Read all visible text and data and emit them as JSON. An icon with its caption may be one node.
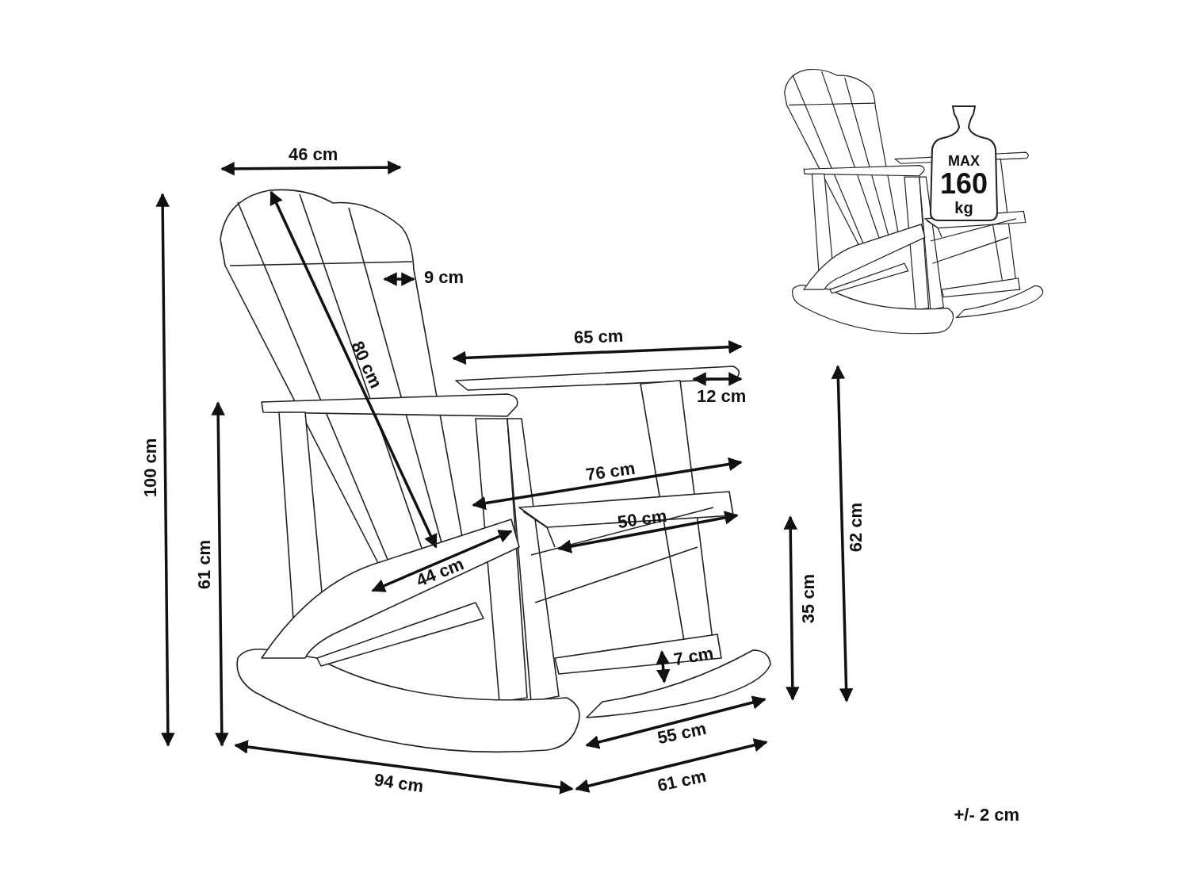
{
  "diagram": {
    "nodes": [
      {
        "text": [
          "MAX",
          "160",
          "kg"
        ]
      }
    ],
    "labels": [
      "46 cm",
      "100 cm",
      "9 cm",
      "80 cm",
      "65 cm",
      "12 cm",
      "61 cm",
      "76 cm",
      "50 cm",
      "44 cm",
      "35 cm",
      "62 cm",
      "7 cm",
      "55 cm",
      "94 cm",
      "61 cm",
      "+/- 2 cm"
    ]
  }
}
